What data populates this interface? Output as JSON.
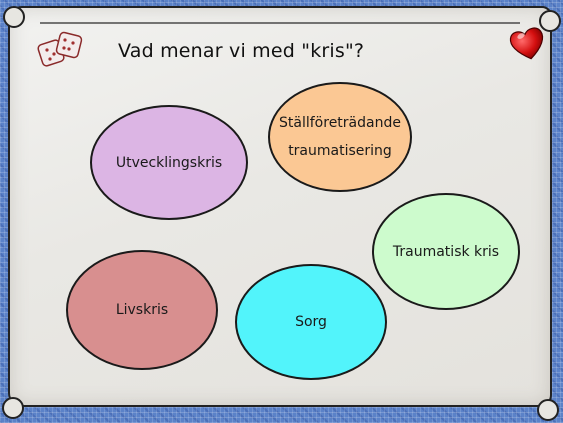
{
  "slide": {
    "title": "Vad menar vi med \"kris\"?",
    "bubbles": {
      "utvecklingskris": "Utvecklingskris",
      "stallforetradande_line1": "Ställföreträdande",
      "stallforetradande_line2": "traumatisering",
      "traumatisk": "Traumatisk kris",
      "livskris": "Livskris",
      "sorg": "Sorg"
    },
    "colors": {
      "utvecklingskris": "#dcb5e4",
      "stallforetradande": "#fbc894",
      "traumatisk": "#cdfbcd",
      "livskris": "#d88f8f",
      "sorg": "#52f4fb"
    },
    "icons": [
      "dice-icon",
      "heart-icon"
    ]
  }
}
